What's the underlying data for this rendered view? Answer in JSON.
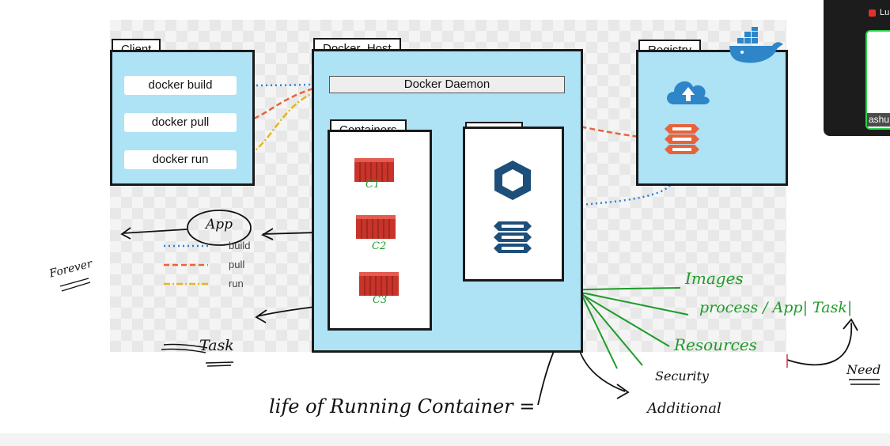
{
  "client": {
    "title": "Client",
    "commands": [
      "docker build",
      "docker pull",
      "docker run"
    ]
  },
  "host": {
    "title": "Docker_Host",
    "daemon": "Docker Daemon",
    "containers_title": "Containers",
    "images_title": "Images"
  },
  "registry": {
    "title": "Registry"
  },
  "legend": {
    "build": "build",
    "pull": "pull",
    "run": "run"
  },
  "colors": {
    "panel": "#aee2f5",
    "build_line": "#2f7fd3",
    "pull_line": "#e8623a",
    "run_line": "#e6b422",
    "annotation_green": "#1f9b2a",
    "image_blue": "#1d4f7a",
    "container_red": "#c8342a"
  },
  "icons": [
    "docker-whale-icon",
    "cloud-upload-icon",
    "registry-stack-icon",
    "image-hexagon-icon",
    "image-stack-icon",
    "shipping-container-icon"
  ],
  "annotations": {
    "c1": "C1",
    "c2": "C2",
    "c3": "C3",
    "app": "App",
    "forever": "Forever",
    "task": "Task",
    "images": "Images",
    "process": "process / App| Task|",
    "resources": "Resources",
    "security": "Security",
    "additional": "Additional",
    "need": "Need",
    "life": "life of Running Container ="
  },
  "zoom": {
    "participant_name": "ashu",
    "top_name": "Lu"
  }
}
